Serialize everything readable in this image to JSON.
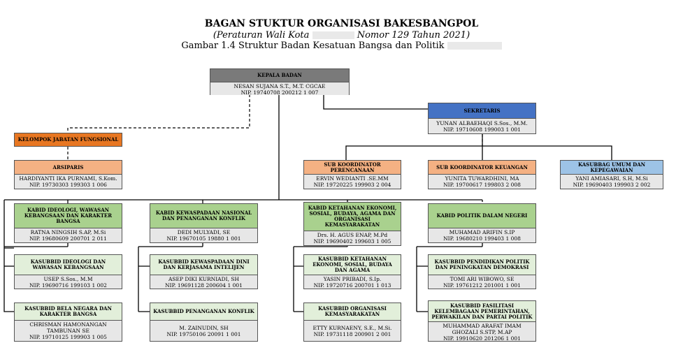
{
  "header": {
    "title": "BAGAN STUKTUR ORGANISASI BAKESBANGPOL",
    "subtitle_left": "(Peraturan Wali Kota",
    "subtitle_right": "Nomor 129 Tahun 2021)",
    "caption": "Gambar 1.4 Struktur Badan Kesatuan Bangsa dan Politik"
  },
  "kepala": {
    "title": "KEPALA BADAN",
    "name": "NESAN SUJANA S.T., M.T. CGCAE",
    "nip": "NIP. 19740708 200212 1 007"
  },
  "sekretaris": {
    "title": "SEKRETARIS",
    "name": "YUNAN ALBAEHAQI S.Sos., M.M.",
    "nip": "NIP. 19710608 199003 1 001"
  },
  "fungsional": {
    "title": "KELOMPOK JABATAN FUNGSIONAL"
  },
  "arsiparis": {
    "title": "ARSIPARIS",
    "name": "HARDIYANTI IKA PURNAMI, S.Kom.",
    "nip": "NIP. 19730303 199303 1 006"
  },
  "subkoor_perencanaan": {
    "title": "SUB KOORDINATOR PERENCANAAN",
    "name": "ERVIN WEDIANTI .SE.MM",
    "nip": "NIP. 19720225 199903 2 004"
  },
  "subkoor_keuangan": {
    "title": "SUB KOORDINATOR KEUANGAN",
    "name": "YUNITA TUWARDHINI, MA",
    "nip": "NIP. 19700617 199803 2 008"
  },
  "kasubbag_umum": {
    "title": "KASUBBAG UMUM DAN KEPEGAWAIAN",
    "name": "YANI AMIASARI, S.H, M.Si",
    "nip": "NIP. 19690403 199903 2 002"
  },
  "kabid_ideologi": {
    "title": "KABID IDEOLOGI, WAWASAN KEBANGSAAN DAN KARAKTER BANGSA",
    "name": "RATNA NINGSIH S.AP, M.Si",
    "nip": "NIP. 19680609 200701 2 011"
  },
  "kabid_kewaspadaan": {
    "title": "KABID KEWASPADAAN NASIONAL DAN PENANGANAN KONFLIK",
    "name": "DEDI MULYADI, SE",
    "nip": "NIP. 19670105 19880 1 001"
  },
  "kabid_ketahanan": {
    "title": "KABID KETAHANAN EKONOMI, SOSIAL, BUDAYA, AGAMA DAN ORGANISASI KEMASYARAKATAN",
    "name": "Drs. H. AGUS ENAP, M.Pd",
    "nip": "NIP. 19690402 199603 1 005"
  },
  "kabid_politik": {
    "title": "KABID  POLITIK DALAM NEGERI",
    "name": "MUHAMAD ARIFIN S.IP",
    "nip": "NIP. 19680210 199403 1 008"
  },
  "ksb_ideologi": {
    "title": "KASUBBID IDEOLOGI DAN WAWASAN KEBANGSAAN",
    "name": "USEP S.Sos., M.M",
    "nip": "NIP. 19690716 199103 1 002"
  },
  "ksb_belanegara": {
    "title": "KASUBBID BELA NEGARA DAN KARAKTER BANGSA",
    "name": "CHRISMAN HAMONANGAN TAMBUNAN SE",
    "nip": "NIP. 19710125 199903 1 005"
  },
  "ksb_kewaspadaan": {
    "title": "KASUBBID KEWASPADAAN DINI DAN KERJASAMA INTELIJEN",
    "name": "ASEP DIKI KURNIADI, SH",
    "nip": "NIP. 19691128 200604 1 001"
  },
  "ksb_konflik": {
    "title": "KASUBBID PENANGANAN KONFLIK",
    "name": "M. ZAINUDIN, SH",
    "nip": "NIP. 19750106 20091 1 001"
  },
  "ksb_ketahanan": {
    "title": "KASUBBID KETAHANAN EKONOMI, SOSIAL, BUDAYA DAN AGAMA",
    "name": "YASIN PRIBADI, S.Ip.",
    "nip": "NIP. 19720716 200701 1 013"
  },
  "ksb_ormas": {
    "title": "KASUBBID ORGANISASI KEMASYARAKATAN",
    "name": "ETTY KURNAENY, S.E., M.Si.",
    "nip": "NIP. 19731118 200901 2 001"
  },
  "ksb_demokrasi": {
    "title": "KASUBBID PENDIDIKAN POLITIK DAN PENINGKATAN DEMOKRASI",
    "name": "TOMI ARI WIBOWO, SE",
    "nip": "NIP. 19761212 201001 1 001"
  },
  "ksb_fasilitasi": {
    "title": "KASUBBID FASILITASI KELEMBAGAAN PEMERINTAHAN, PERWAKILAN DAN PARTAI POLITIK",
    "name": "MUHAMMAD ARAFAT IMAM GHOZALI S.STP, M.AP",
    "nip": "NIP. 19910620 201206 1 001"
  },
  "colors": {
    "kepala": "#7a7a7a",
    "sekretaris": "#4472c4",
    "fungsional": "#e87722",
    "subkoor": "#f4b183",
    "kasubbag": "#9dc3e6",
    "kabid": "#a9d18e",
    "kasubbid": "#e2efda"
  }
}
